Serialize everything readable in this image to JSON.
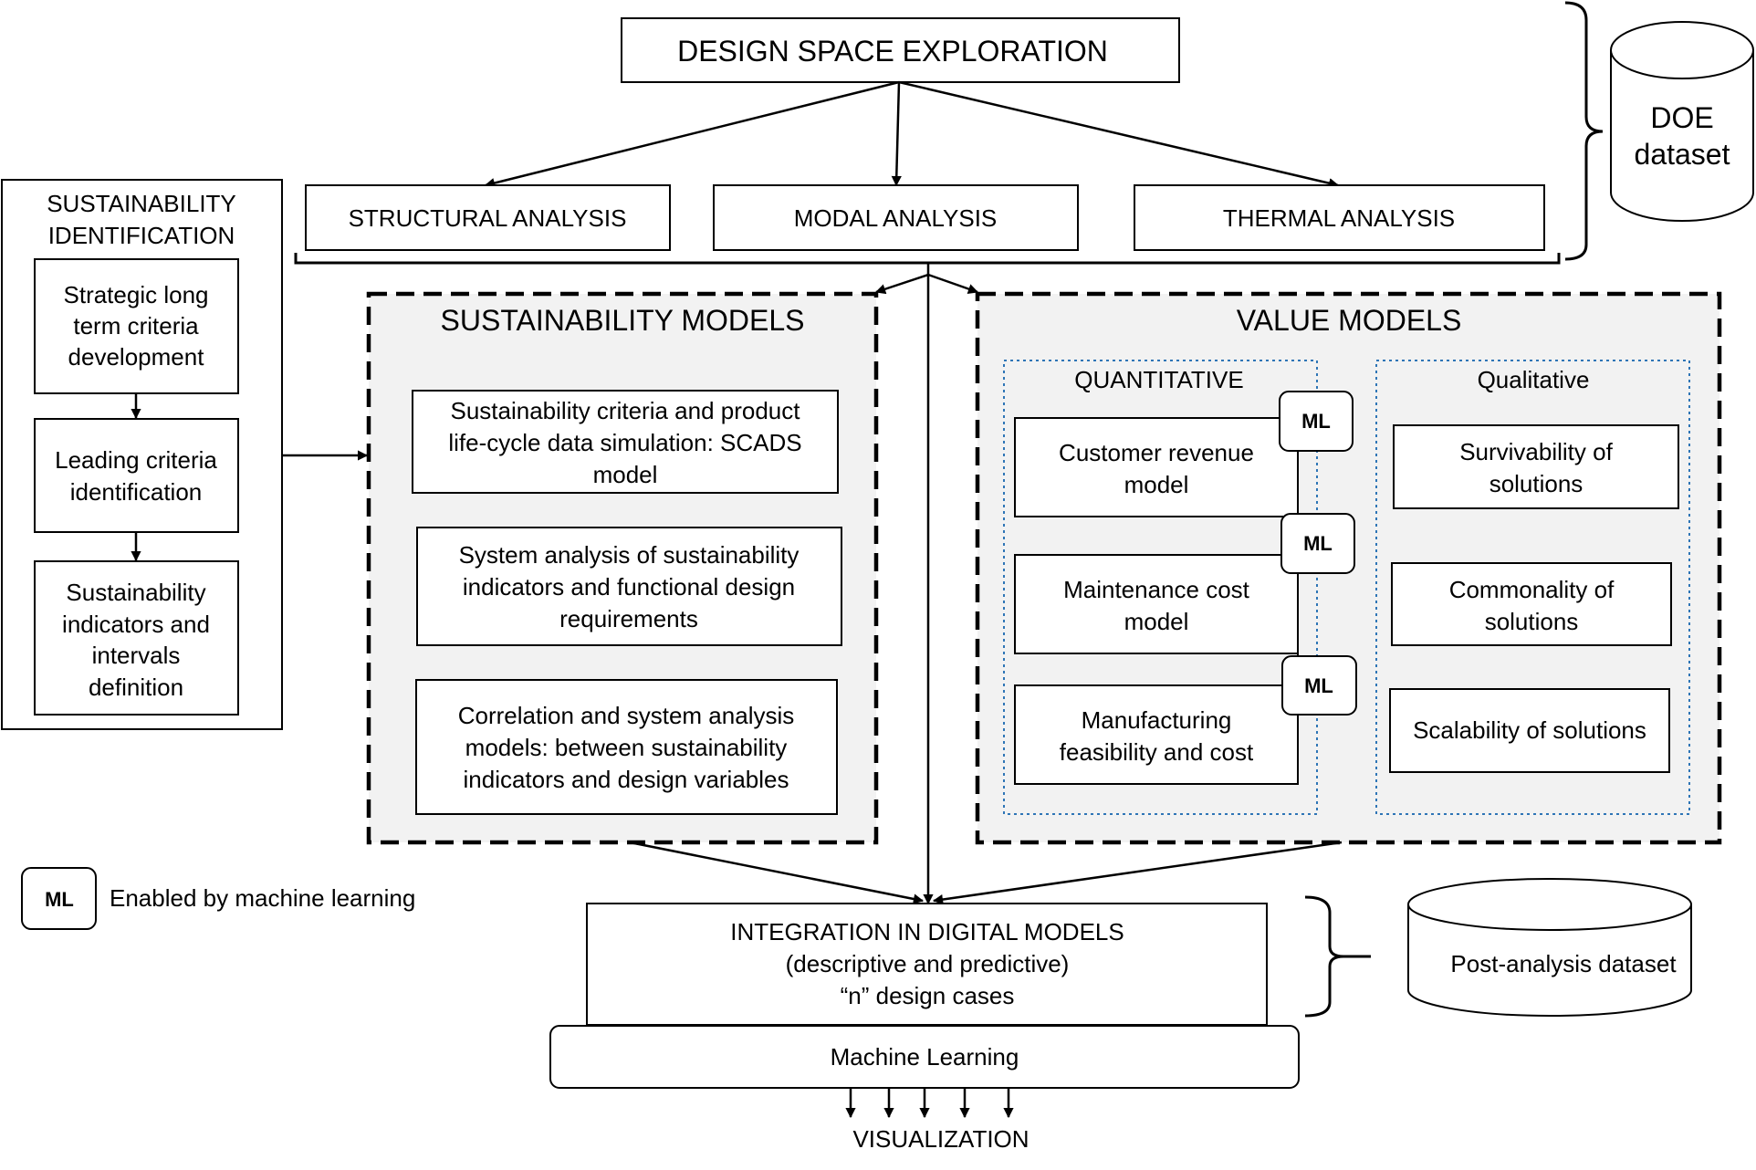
{
  "top": {
    "dse": "DESIGN SPACE EXPLORATION",
    "structural": "STRUCTURAL ANALYSIS",
    "modal": "MODAL  ANALYSIS",
    "thermal": "THERMAL ANALYSIS",
    "doe": [
      "DOE",
      "dataset"
    ]
  },
  "sust_id": {
    "title": [
      "SUSTAINABILITY",
      "IDENTIFICATION"
    ],
    "box1": [
      "Strategic long",
      "term criteria",
      "development"
    ],
    "box2": [
      "Leading criteria",
      "identification"
    ],
    "box3": [
      "Sustainability",
      "indicators and",
      "intervals",
      "definition"
    ]
  },
  "sust_models": {
    "title": "SUSTAINABILITY MODELS",
    "box1": [
      "Sustainability criteria and product",
      "life-cycle data simulation: SCADS",
      "model"
    ],
    "box2": [
      "System analysis of sustainability",
      "indicators and functional design",
      "requirements"
    ],
    "box3": [
      "Correlation and system analysis",
      "models: between sustainability",
      "indicators and design variables"
    ]
  },
  "value_models": {
    "title": "VALUE MODELS",
    "quant": {
      "title": "QUANTITATIVE",
      "box1": [
        "Customer revenue",
        "model"
      ],
      "box2": [
        "Maintenance cost",
        "model"
      ],
      "box3": [
        "Manufacturing",
        "feasibility and cost"
      ],
      "ml": "ML"
    },
    "qual": {
      "title": "Qualitative",
      "box1": [
        "Survivability of",
        "solutions"
      ],
      "box2": [
        "Commonality of",
        "solutions"
      ],
      "box3": [
        "Scalability of solutions"
      ]
    }
  },
  "legend": {
    "ml": "ML",
    "label": "Enabled by machine learning"
  },
  "bottom": {
    "integration": [
      "INTEGRATION IN DIGITAL MODELS",
      "(descriptive and predictive)",
      "“n” design cases"
    ],
    "post": "Post-analysis dataset",
    "ml": "Machine Learning",
    "vis": "VISUALIZATION"
  }
}
